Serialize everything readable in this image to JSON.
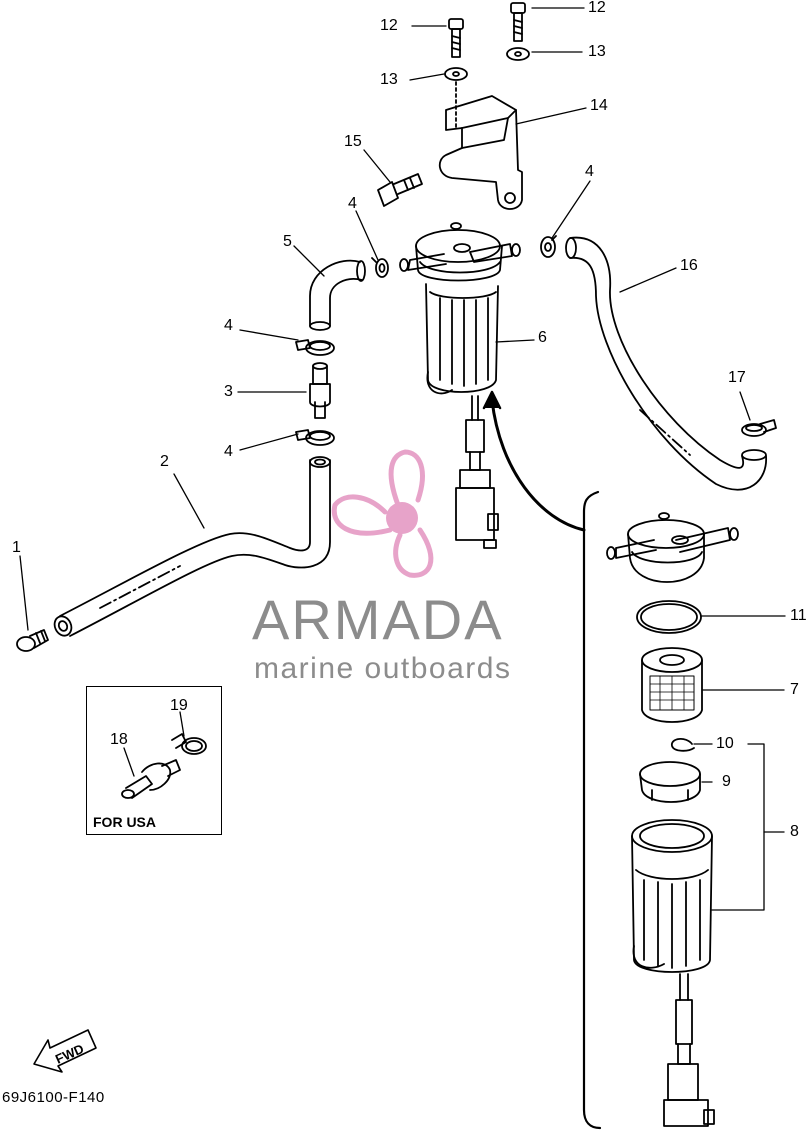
{
  "watermark": {
    "title": "ARMADA",
    "subtitle": "marine outboards",
    "logo_color": "#e7a3c9",
    "text_color": "#8c8c8c"
  },
  "fwd_label": "FWD",
  "drawing_code": "69J6100-F140",
  "inset": {
    "caption": "FOR USA"
  },
  "labels": {
    "l1": "1",
    "l2": "2",
    "l3": "3",
    "l4a": "4",
    "l4b": "4",
    "l4c": "4",
    "l4d": "4",
    "l5": "5",
    "l6": "6",
    "l7": "7",
    "l8": "8",
    "l9": "9",
    "l10": "10",
    "l11": "11",
    "l12a": "12",
    "l12b": "12",
    "l13a": "13",
    "l13b": "13",
    "l14": "14",
    "l15": "15",
    "l16": "16",
    "l17": "17",
    "l18": "18",
    "l19": "19"
  }
}
